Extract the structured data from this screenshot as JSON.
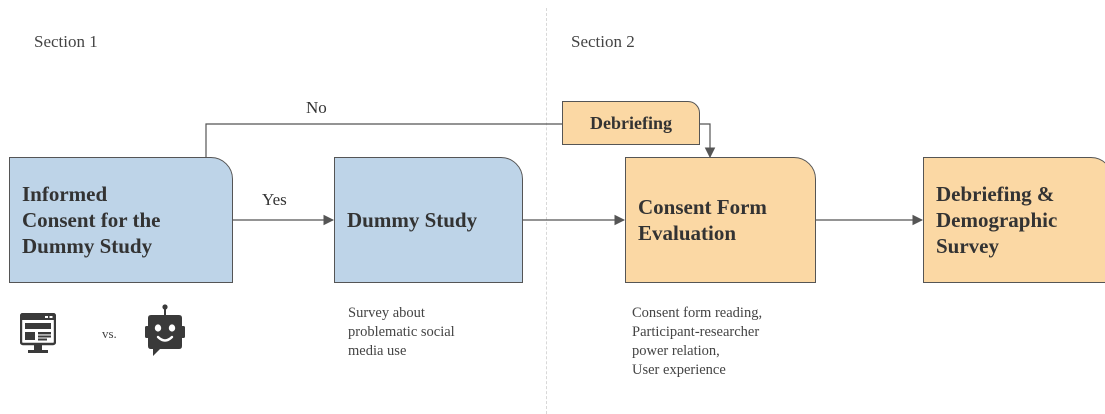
{
  "sections": {
    "section1": "Section 1",
    "section2": "Section 2"
  },
  "boxes": {
    "informed_consent": "Informed\nConsent for the\nDummy Study",
    "dummy_study": "Dummy Study",
    "consent_form_evaluation": "Consent Form\nEvaluation",
    "debriefing_demographic": "Debriefing &\nDemographic\nSurvey",
    "debriefing_small": "Debriefing"
  },
  "edges": {
    "no": "No",
    "yes": "Yes"
  },
  "notes": {
    "dummy_study": "Survey about\nproblematic social\nmedia use",
    "consent_eval": "Consent form reading,\nParticipant-researcher\npower relation,\nUser experience",
    "vs": "vs."
  },
  "icons": {
    "web_form": "web-form-icon",
    "chatbot": "chatbot-icon"
  },
  "colors": {
    "blue_box": "#bed4e8",
    "orange_box": "#fbd8a4"
  }
}
